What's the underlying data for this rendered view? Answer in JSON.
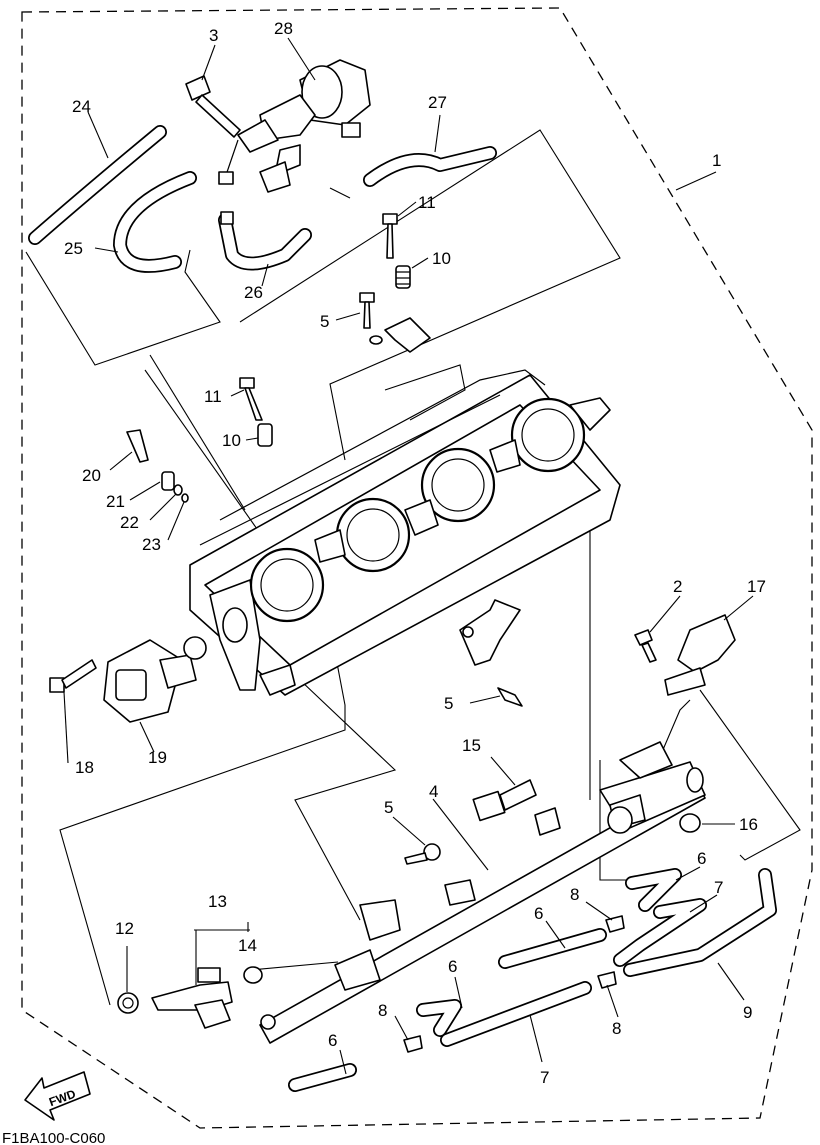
{
  "diagram": {
    "code": "F1BA100-C060",
    "fwd_label": "FWD",
    "callouts": {
      "p1": "1",
      "p2": "2",
      "p3": "3",
      "p4": "4",
      "p5a": "5",
      "p5b": "5",
      "p5c": "5",
      "p6a": "6",
      "p6b": "6",
      "p6c": "6",
      "p6d": "6",
      "p7a": "7",
      "p7b": "7",
      "p8a": "8",
      "p8b": "8",
      "p8c": "8",
      "p9": "9",
      "p10a": "10",
      "p10b": "10",
      "p11a": "11",
      "p11b": "11",
      "p12": "12",
      "p13": "13",
      "p14": "14",
      "p15": "15",
      "p16": "16",
      "p17": "17",
      "p18": "18",
      "p19": "19",
      "p20": "20",
      "p21": "21",
      "p22": "22",
      "p23": "23",
      "p24": "24",
      "p25": "25",
      "p26": "26",
      "p27": "27",
      "p28": "28"
    }
  }
}
